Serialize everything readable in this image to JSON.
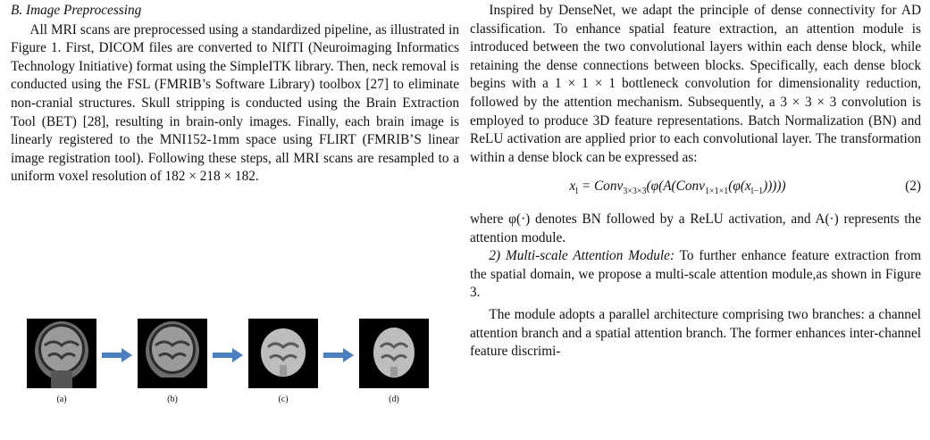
{
  "left": {
    "heading": "B. Image Preprocessing",
    "paragraph": "All MRI scans are preprocessed using a standardized pipeline, as illustrated in Figure 1. First, DICOM files are converted to NIfTI (Neuroimaging Informatics Technology Initiative) format using the SimpleITK library. Then, neck removal is conducted using the FSL (FMRIB’s Software Library) toolbox [27] to eliminate non-cranial structures. Skull stripping is conducted using the Brain Extraction Tool (BET) [28], resulting in brain-only images. Finally, each brain image is linearly registered to the MNI152-1mm space using FLIRT (FMRIB’S linear image registration tool). Following these steps, all MRI scans are resampled to a uniform voxel resolution of 182 × 218 × 182.",
    "figure_labels": [
      "(a)",
      "(b)",
      "(c)",
      "(d)"
    ]
  },
  "right": {
    "p1": "Inspired by DenseNet, we adapt the principle of dense connectivity for AD classification. To enhance spatial feature extraction, an attention module is introduced between the two convolutional layers within each dense block, while retaining the dense connections between blocks. Specifically, each dense block begins with a 1 × 1 × 1 bottleneck convolution for dimensionality reduction, followed by the attention mechanism. Subsequently, a 3 × 3 × 3 convolution is employed to produce 3D feature representations. Batch Normalization (BN) and ReLU activation are applied prior to each convolutional layer. The transformation within a dense block can be expressed as:",
    "eq_number": "(2)",
    "p2": "where φ(·) denotes BN followed by a ReLU activation, and A(·) represents the attention module.",
    "p3_title": "2) Multi-scale Attention Module:",
    "p3_text": "To further enhance feature extraction from the spatial domain, we propose a multi-scale attention module,as shown in Figure 3.",
    "p4": "The module adopts a parallel architecture comprising two branches: a channel attention branch and a spatial attention branch. The former enhances inter-channel feature discrimi-"
  },
  "colors": {
    "arrow": "#4a7fc1",
    "text": "#111111",
    "background": "#000000"
  }
}
